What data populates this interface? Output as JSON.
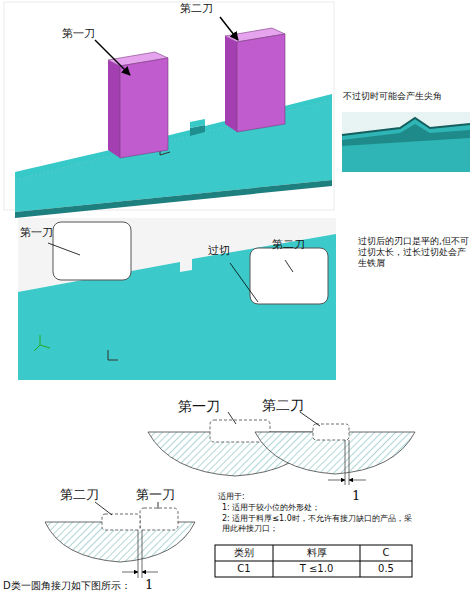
{
  "diagram": {
    "labels": [
      "第二刀",
      "第一刀",
      "不过切时可能会产生尖角",
      "第一刀",
      "过切",
      "第二刀",
      "过切后的刃口是平的,但不可过切太长，过长过切处会产生铁屑",
      "第一刀",
      "第二刀",
      "1",
      "第二刀",
      "第一刀",
      "1",
      "适用于:",
      "1: 适用于较小位的外形处；",
      "2: 适用于料厚≤1.0时，不允许有接刀缺口的产品，采用此种接刀口；",
      "类别",
      "料厚",
      "C",
      "C1",
      "T ≤1.0",
      "0.5",
      "D类一圆角接刀如下图所示："
    ]
  }
}
